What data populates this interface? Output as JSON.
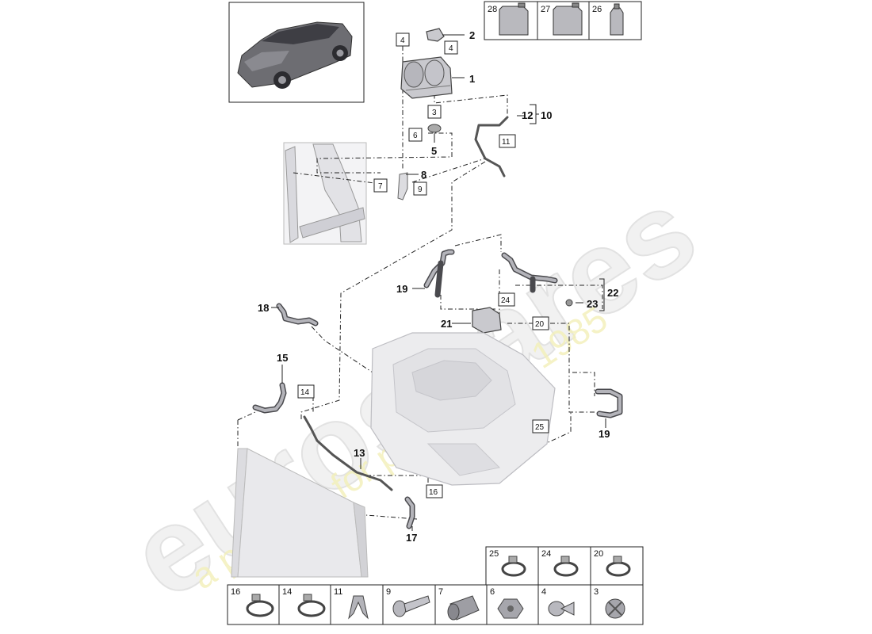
{
  "callouts": [
    "1",
    "2",
    "5",
    "8",
    "10",
    "11",
    "12",
    "13",
    "15",
    "17",
    "18",
    "19",
    "21",
    "22",
    "23"
  ],
  "boxed_refs": [
    "3",
    "4",
    "4",
    "6",
    "7",
    "9",
    "11",
    "14",
    "16",
    "20",
    "24",
    "25"
  ],
  "fluid_table": [
    {
      "num": "28",
      "icon": "fluid-canister-large-icon"
    },
    {
      "num": "27",
      "icon": "fluid-canister-large-icon"
    },
    {
      "num": "26",
      "icon": "fluid-bottle-icon"
    }
  ],
  "hardware_table": {
    "top_row": [
      {
        "num": "25",
        "icon": "hose-clamp-icon"
      },
      {
        "num": "24",
        "icon": "hose-clamp-icon"
      },
      {
        "num": "20",
        "icon": "hose-clamp-icon"
      }
    ],
    "bottom_row": [
      {
        "num": "16",
        "icon": "hose-clamp-icon"
      },
      {
        "num": "14",
        "icon": "hose-clamp-icon"
      },
      {
        "num": "11",
        "icon": "clip-icon"
      },
      {
        "num": "9",
        "icon": "bolt-icon"
      },
      {
        "num": "7",
        "icon": "rivet-nut-icon"
      },
      {
        "num": "6",
        "icon": "hex-nut-icon"
      },
      {
        "num": "4",
        "icon": "screw-icon"
      },
      {
        "num": "3",
        "icon": "expanding-rivet-icon"
      }
    ]
  },
  "watermark": {
    "brand": "eurospares",
    "tagline": "a passion for parts since 1985"
  }
}
